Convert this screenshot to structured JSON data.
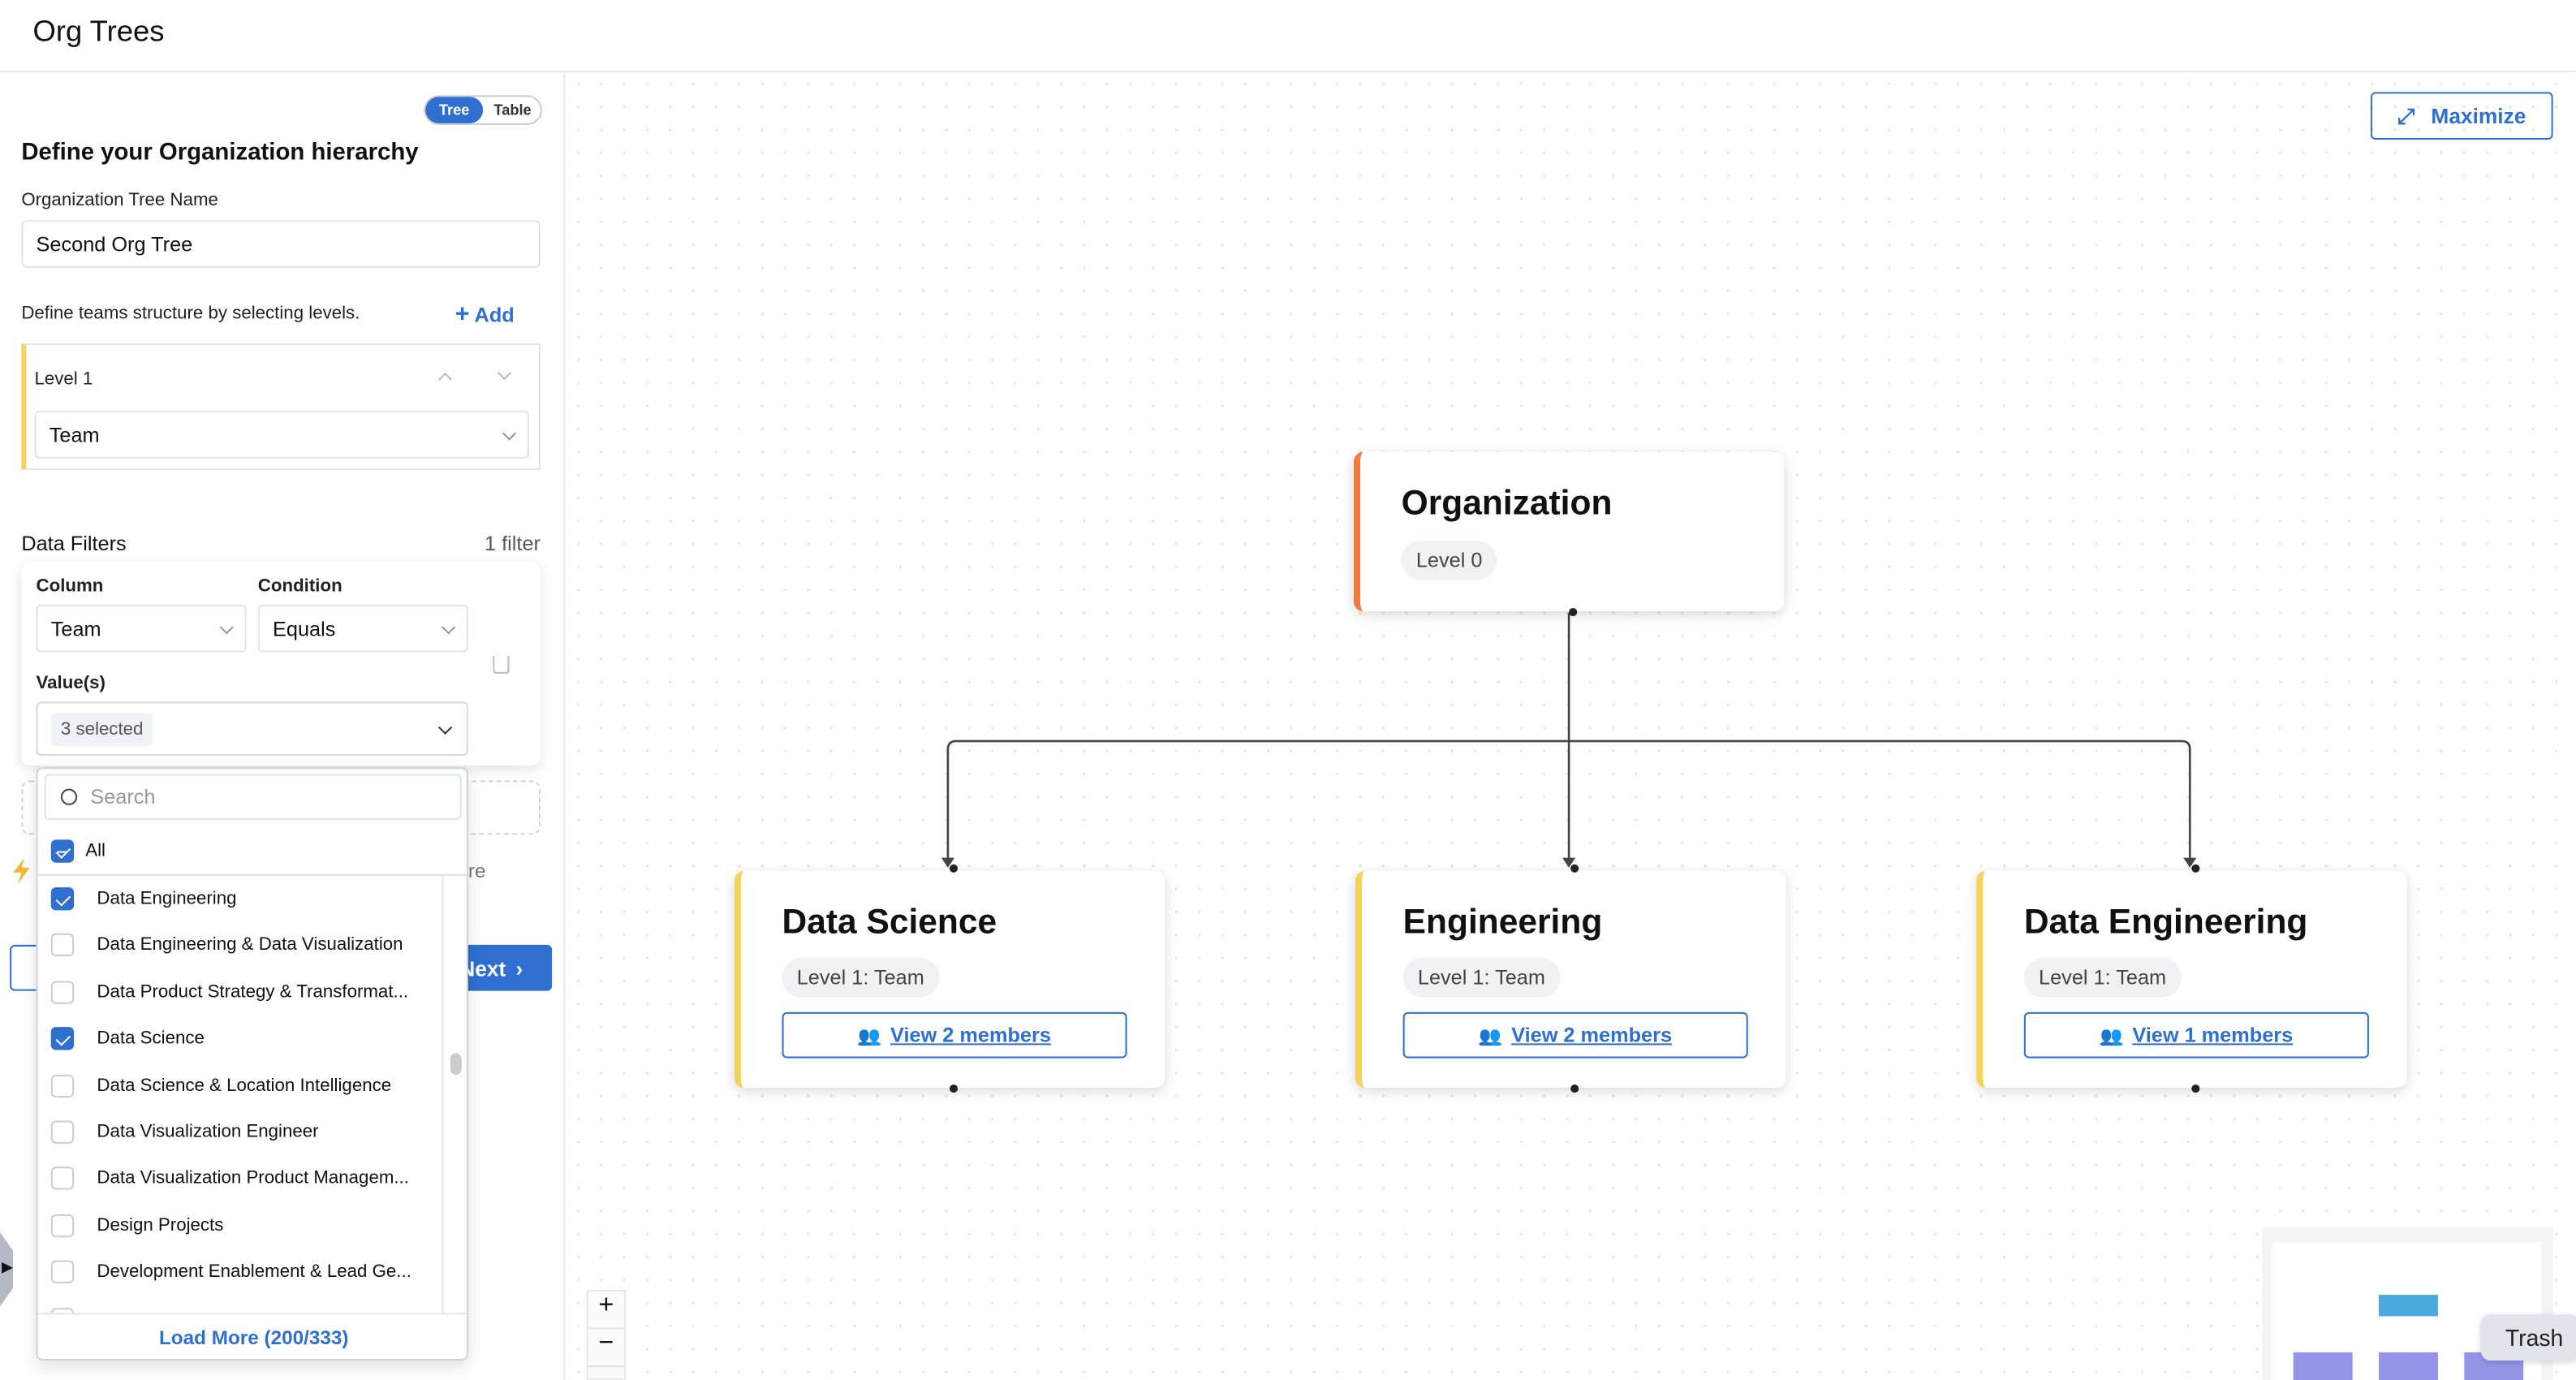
{
  "header": {
    "title": "Org Trees"
  },
  "view_toggle": {
    "tree": "Tree",
    "table": "Table",
    "active": "Tree"
  },
  "panel": {
    "heading": "Define your Organization hierarchy",
    "tree_name_label": "Organization Tree Name",
    "tree_name_value": "Second Org Tree",
    "levels_hint": "Define teams structure by selecting levels.",
    "add_label": "Add",
    "levels": [
      {
        "label": "Level 1",
        "value": "Team"
      }
    ],
    "filters_title": "Data Filters",
    "filters_count": "1 filter",
    "filter": {
      "column_label": "Column",
      "column_value": "Team",
      "condition_label": "Condition",
      "condition_value": "Equals",
      "values_label": "Value(s)",
      "values_chip": "3 selected"
    },
    "hidden_text_fragment": "re",
    "next_label": "Next"
  },
  "dropdown": {
    "search_placeholder": "Search",
    "all_label": "All",
    "all_state": "indeterminate",
    "items": [
      {
        "label": "Data Engineering",
        "checked": true
      },
      {
        "label": "Data Engineering & Data Visualization",
        "checked": false
      },
      {
        "label": "Data Product Strategy & Transformat...",
        "checked": false
      },
      {
        "label": "Data Science",
        "checked": true
      },
      {
        "label": "Data Science & Location Intelligence",
        "checked": false
      },
      {
        "label": "Data Visualization Engineer",
        "checked": false
      },
      {
        "label": "Data Visualization Product Managem...",
        "checked": false
      },
      {
        "label": "Design Projects",
        "checked": false
      },
      {
        "label": "Development Enablement & Lead Ge...",
        "checked": false
      }
    ],
    "load_more": "Load More (200/333)"
  },
  "canvas": {
    "maximize_label": "Maximize",
    "root": {
      "title": "Organization",
      "level": "Level 0",
      "color": "#ef7b3c"
    },
    "children": [
      {
        "title": "Data Science",
        "level": "Level 1: Team",
        "members": "View 2 members"
      },
      {
        "title": "Engineering",
        "level": "Level 1: Team",
        "members": "View 2 members"
      },
      {
        "title": "Data Engineering",
        "level": "Level 1: Team",
        "members": "View 1 members"
      }
    ],
    "zoom_in": "+",
    "zoom_out": "−",
    "tooltip": "Trash"
  },
  "colors": {
    "accent": "#2f6fcf",
    "level1": "#f5d25a",
    "root": "#ef7b3c",
    "minimap_root": "#4aa9dd",
    "minimap_child": "#9494e8"
  }
}
